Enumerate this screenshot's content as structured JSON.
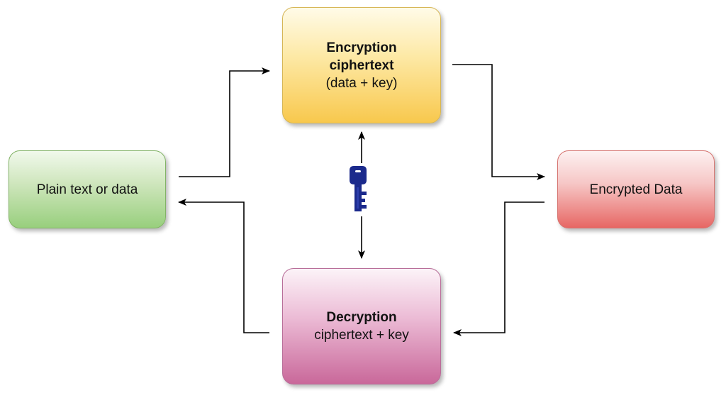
{
  "nodes": {
    "plain": {
      "text": "Plain text or data"
    },
    "encryption": {
      "title": "Encryption",
      "subtitle": "ciphertext",
      "detail": "(data + key)"
    },
    "encrypted": {
      "text": "Encrypted Data"
    },
    "decryption": {
      "title": "Decryption",
      "detail": "ciphertext + key"
    }
  },
  "icons": {
    "key": "key-icon"
  },
  "colors": {
    "plain_fill": "#98cf7d",
    "encryption_fill": "#f8c84d",
    "encrypted_fill": "#e76764",
    "decryption_fill": "#c9689a",
    "key_color": "#1b2a8c",
    "arrow_color": "#000000"
  }
}
